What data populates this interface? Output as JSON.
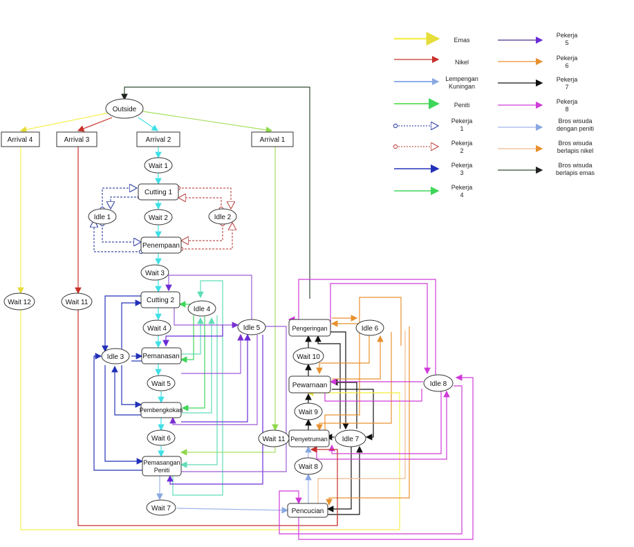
{
  "nodes": {
    "outside": "Outside",
    "arrival4": "Arrival 4",
    "arrival3": "Arrival 3",
    "arrival2": "Arrival 2",
    "arrival1": "Arrival 1",
    "wait1": "Wait 1",
    "cutting1": "Cutting 1",
    "idle1": "Idle 1",
    "wait2": "Wait 2",
    "idle2": "Idle 2",
    "penempaan": "Penempaan",
    "wait3": "Wait 3",
    "wait12": "Wait 12",
    "wait11a": "Wait 11",
    "cutting2": "Cutting 2",
    "idle4": "Idle 4",
    "wait4": "Wait 4",
    "idle5": "Idle 5",
    "idle3": "Idle 3",
    "pemanasan": "Pemanasan",
    "wait5": "Wait 5",
    "pembengkokan": "Pembengkokan",
    "wait6": "Wait 6",
    "pemasangan1": "Pemasangan",
    "pemasangan2": "Peniti",
    "wait7": "Wait 7",
    "wait11b": "Wait 11",
    "pengeringan": "Pengeringan",
    "idle6": "Idle 6",
    "wait10": "Wait 10",
    "pewarnaan": "Pewarnaan",
    "idle8": "Idle 8",
    "wait9": "Wait 9",
    "penyetruman": "Penyetruman",
    "idle7": "Idle 7",
    "wait8": "Wait 8",
    "pencucian": "Pencucian"
  },
  "legend": {
    "emas": "Emas",
    "nikel": "Nikel",
    "kuningan1": "Lempengan",
    "kuningan2": "Kuningan",
    "peniti": "Peniti",
    "pekerja1a": "Pekerja",
    "pekerja1b": "1",
    "pekerja2a": "Pekerja",
    "pekerja2b": "2",
    "pekerja3a": "Pekerja",
    "pekerja3b": "3",
    "pekerja4a": "Pekerja",
    "pekerja4b": "4",
    "pekerja5a": "Pekerja",
    "pekerja5b": "5",
    "pekerja6a": "Pekerja",
    "pekerja6b": "6",
    "pekerja7a": "Pekerja",
    "pekerja7b": "7",
    "pekerja8a": "Pekerja",
    "pekerja8b": "8",
    "bros_peniti1": "Bros wisuda",
    "bros_peniti2": "dengan peniti",
    "bros_nikel1": "Bros wisuda",
    "bros_nikel2": "berlapis nikel",
    "bros_emas1": "Bros wisuda",
    "bros_emas2": "berlapis emas"
  },
  "colors": {
    "emas": "#f5f050",
    "nikel": "#c8302a",
    "kuningan": "#4a7fd6",
    "peniti": "#6fe06a",
    "pekerja1": "#3b4aa8",
    "pekerja2": "#c0504d",
    "pekerja3": "#2231b8",
    "pekerja4": "#3fd65a",
    "pekerja5": "#4b2a8a",
    "pekerja6": "#e8902e",
    "pekerja7": "#111111",
    "pekerja8": "#cf3ad8",
    "bros_peniti": "#9fb4e8",
    "bros_nikel": "#f0b98a",
    "bros_emas": "#2f4a33",
    "flow": "#3fe0e6",
    "idle5line": "#9a5bd6",
    "teal": "#5fdcb8"
  }
}
